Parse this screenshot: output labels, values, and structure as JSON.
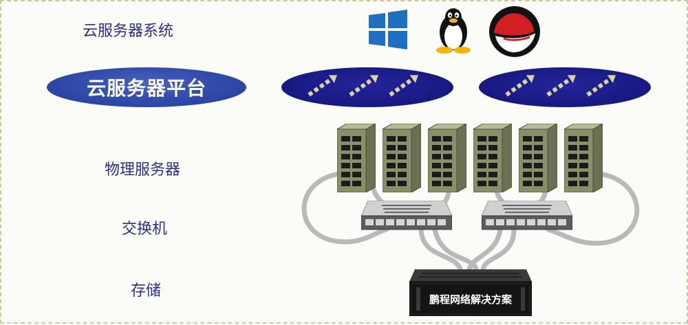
{
  "layers": {
    "os_label": "云服务器系统",
    "physical_label": "物理服务器",
    "switch_label": "交换机",
    "storage_label": "存储"
  },
  "platform": {
    "title": "云服务器平台"
  },
  "storage": {
    "brand": "鹏程网络解决方案"
  },
  "os_icons": [
    "windows-logo",
    "linux-tux",
    "redhat-logo"
  ],
  "servers_count_visible": 6,
  "switches_count_visible": 2,
  "colors": {
    "label_text": "#2b2e8c",
    "platform_fill": "#2f4aa8",
    "vm_fill": "#1a1a86",
    "cable": "#b9b9b9",
    "server_body": "#8a8f6a",
    "frame_border": "#cfc79a",
    "windows_blue": "#1f6fc1",
    "redhat_red": "#d11f24"
  }
}
